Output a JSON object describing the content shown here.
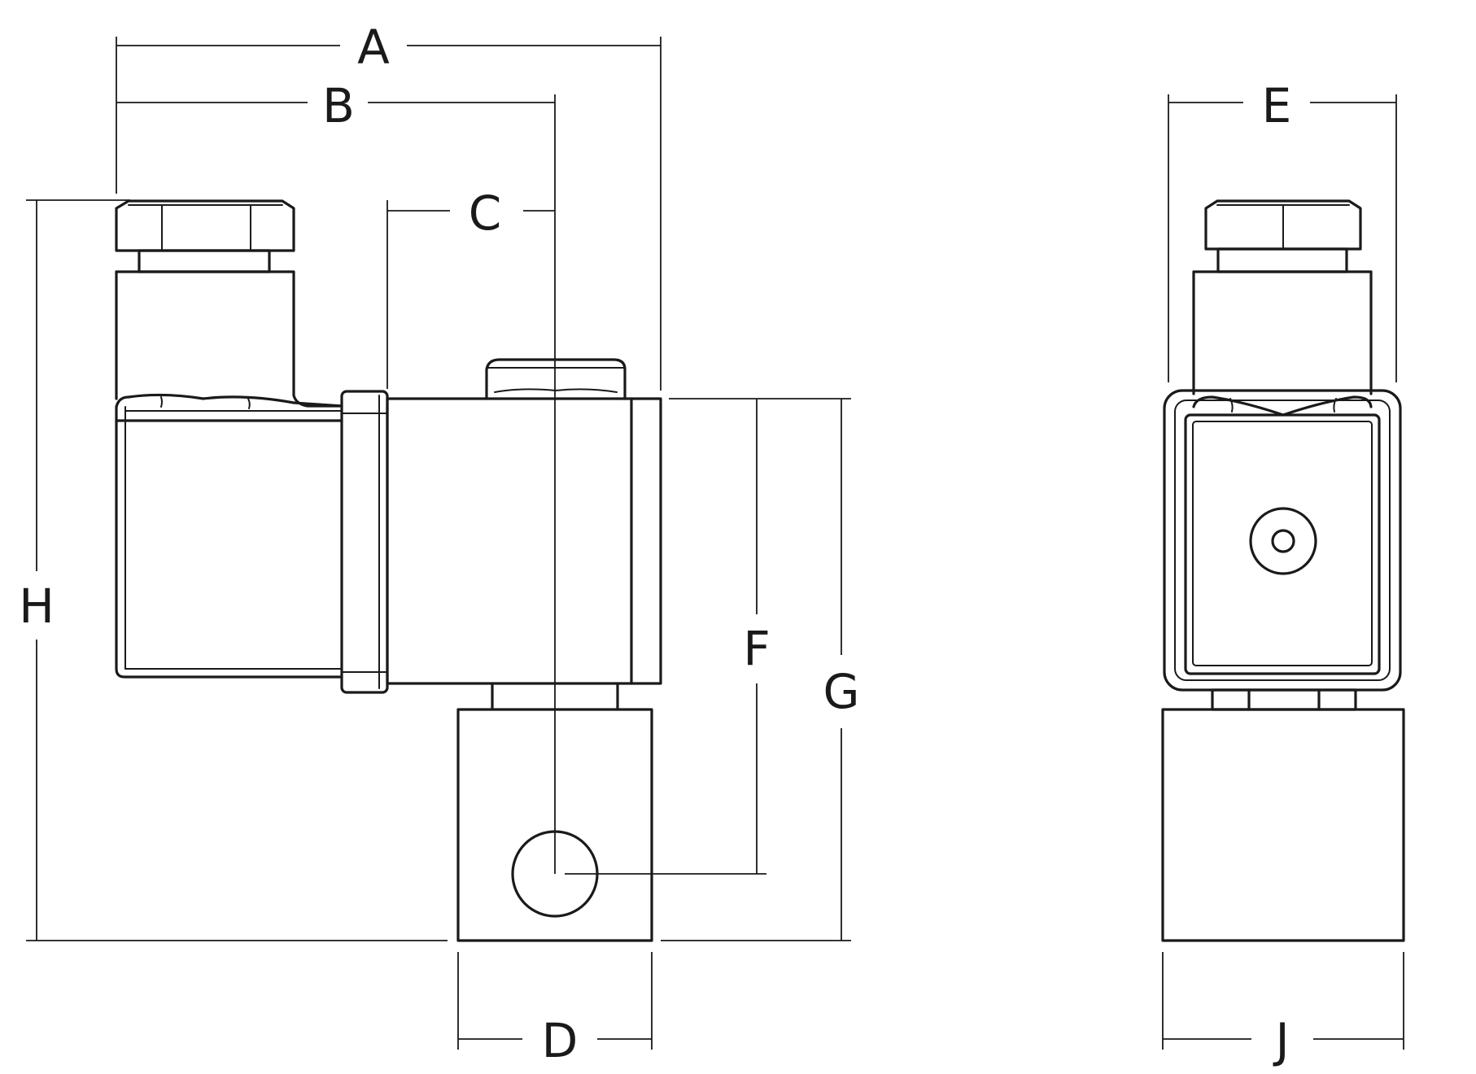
{
  "labels": {
    "a": "A",
    "b": "B",
    "c": "C",
    "d": "D",
    "e": "E",
    "f": "F",
    "g": "G",
    "h": "H",
    "j": "J"
  },
  "colors": {
    "line": "#1a1a1a",
    "background": "#ffffff"
  }
}
